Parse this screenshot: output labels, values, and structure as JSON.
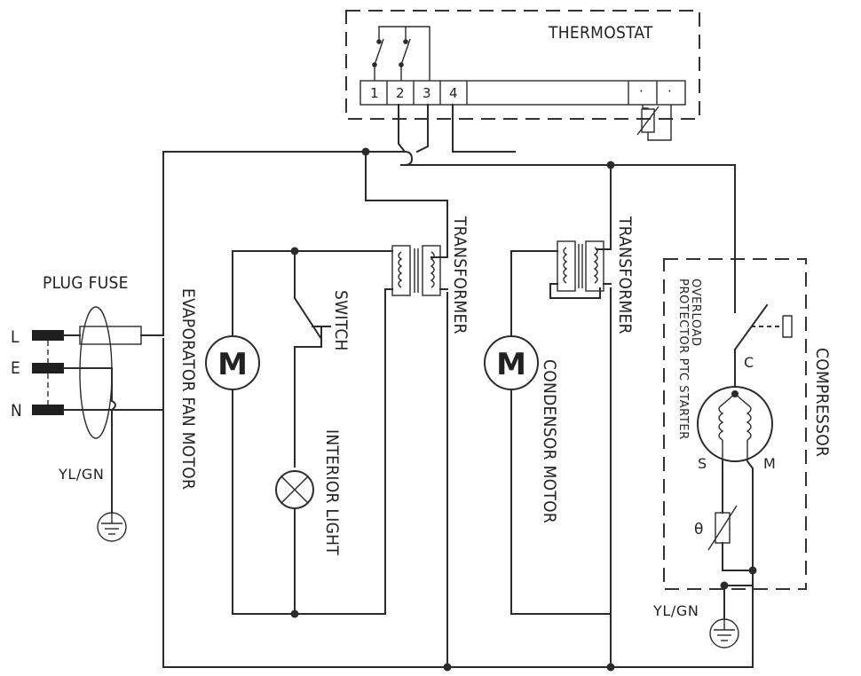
{
  "labels": {
    "thermostat": "THERMOSTAT",
    "plug_fuse": "PLUG FUSE",
    "line": "L",
    "earth": "E",
    "neutral": "N",
    "ground_left": "YL/GN",
    "ground_right": "YL/GN",
    "evaporator_fan_motor": "EVAPORATOR FAN MOTOR",
    "switch": "SWITCH",
    "interior_light": "INTERIOR LIGHT",
    "transformer_1": "TRANSFORMER",
    "transformer_2": "TRANSFORMER",
    "condensor_motor": "CONDENSOR MOTOR",
    "overload_line1": "OVERLOAD",
    "overload_line2": "PROTECTOR PTC STARTER",
    "compressor": "COMPRESSOR",
    "compressor_c": "C",
    "compressor_s": "S",
    "compressor_m": "M",
    "motor_symbol_1": "M",
    "motor_symbol_2": "M",
    "theta": "θ"
  },
  "terminals": [
    "1",
    "2",
    "3",
    "4"
  ],
  "sensor_dots": [
    "·",
    "·"
  ]
}
